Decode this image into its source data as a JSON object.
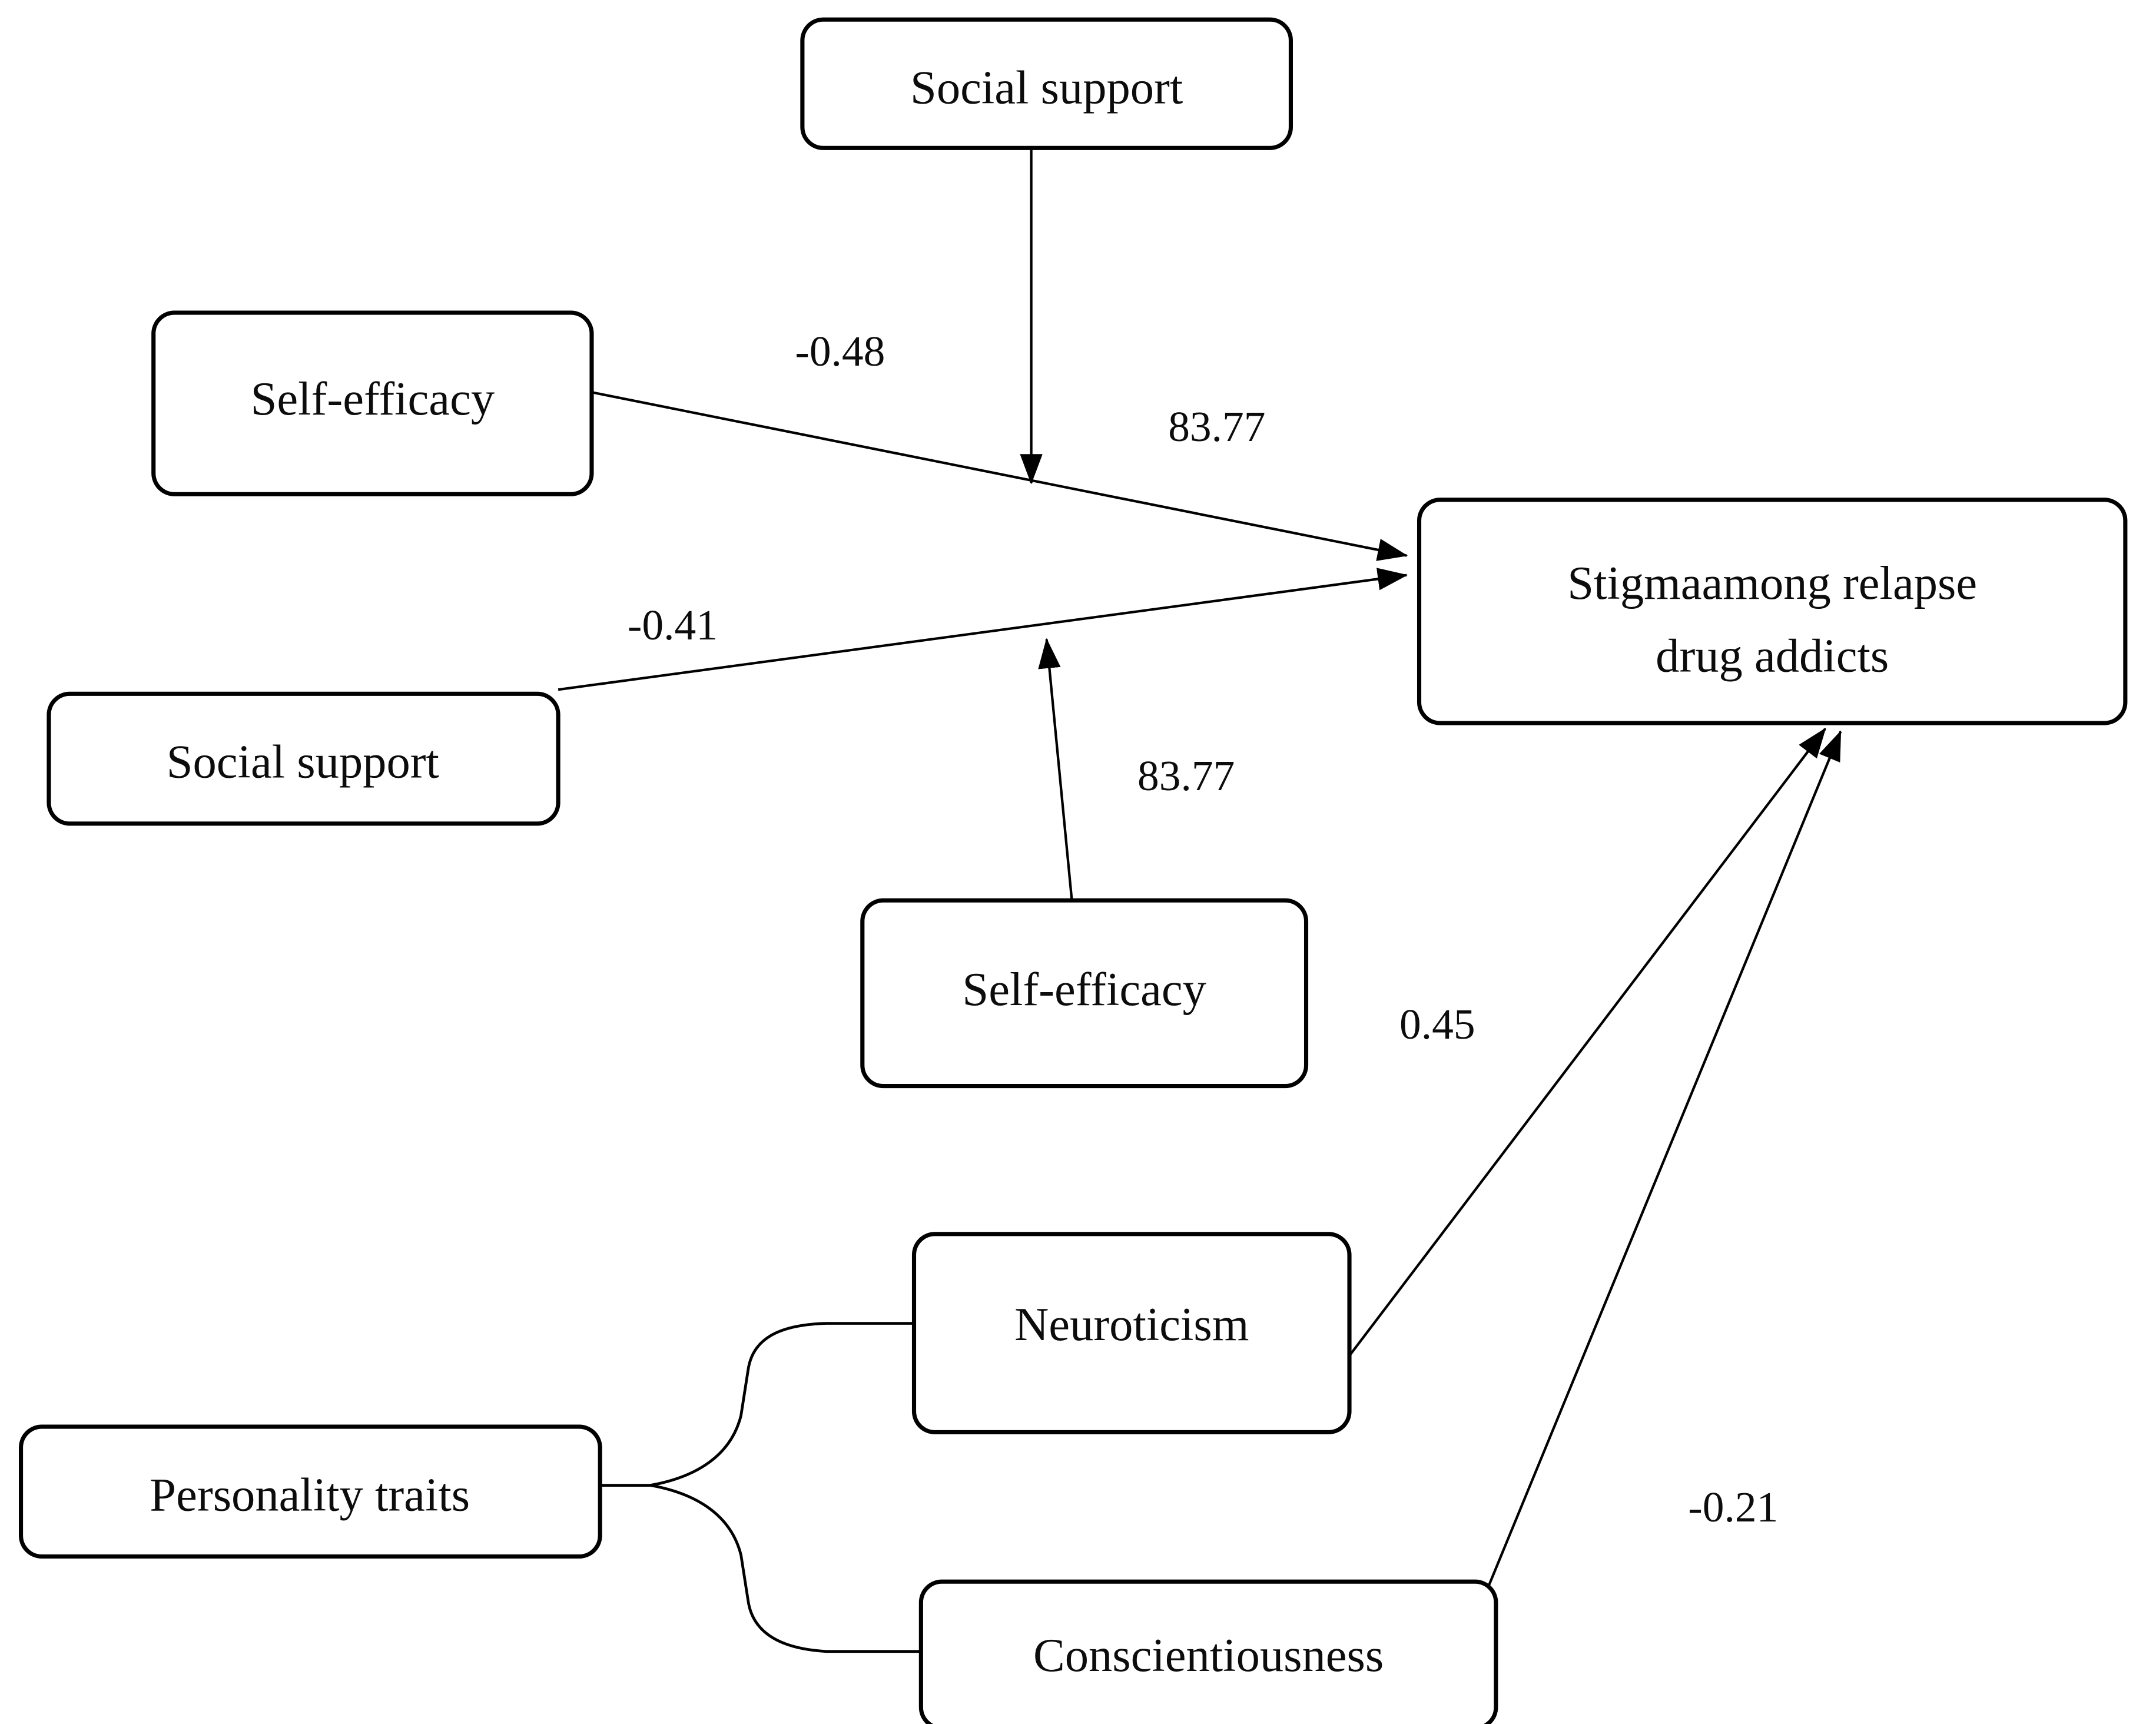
{
  "diagram": {
    "background_color": "#ffffff",
    "line_color": "#000000",
    "text_color": "#0c0c0c",
    "nodes": [
      {
        "id": "social-support-top",
        "label": "Social support"
      },
      {
        "id": "self-efficacy-left",
        "label": "Self-efficacy"
      },
      {
        "id": "social-support-left",
        "label": "Social support"
      },
      {
        "id": "stigma",
        "label": "Stigmaamong relapse drug addicts",
        "lines": [
          "Stigmaamong relapse",
          "drug addicts"
        ]
      },
      {
        "id": "self-efficacy-mid",
        "label": "Self-efficacy"
      },
      {
        "id": "neuroticism",
        "label": "Neuroticism"
      },
      {
        "id": "personality-traits",
        "label": "Personality traits"
      },
      {
        "id": "conscientiousness",
        "label": "Conscientiousness"
      }
    ],
    "edges": [
      {
        "from": "self-efficacy-left",
        "to": "stigma",
        "coefficient": "-0.48"
      },
      {
        "from": "social-support-top",
        "to": "self-efficacy-left-stigma-path",
        "coefficient": "83.77"
      },
      {
        "from": "social-support-left",
        "to": "stigma",
        "coefficient": "-0.41"
      },
      {
        "from": "self-efficacy-mid",
        "to": "social-support-left-stigma-path",
        "coefficient": "83.77"
      },
      {
        "from": "neuroticism",
        "to": "stigma",
        "coefficient": "0.45"
      },
      {
        "from": "conscientiousness",
        "to": "stigma",
        "coefficient": "-0.21"
      },
      {
        "from": "personality-traits",
        "to": "neuroticism",
        "coefficient": ""
      },
      {
        "from": "personality-traits",
        "to": "conscientiousness",
        "coefficient": ""
      }
    ]
  }
}
